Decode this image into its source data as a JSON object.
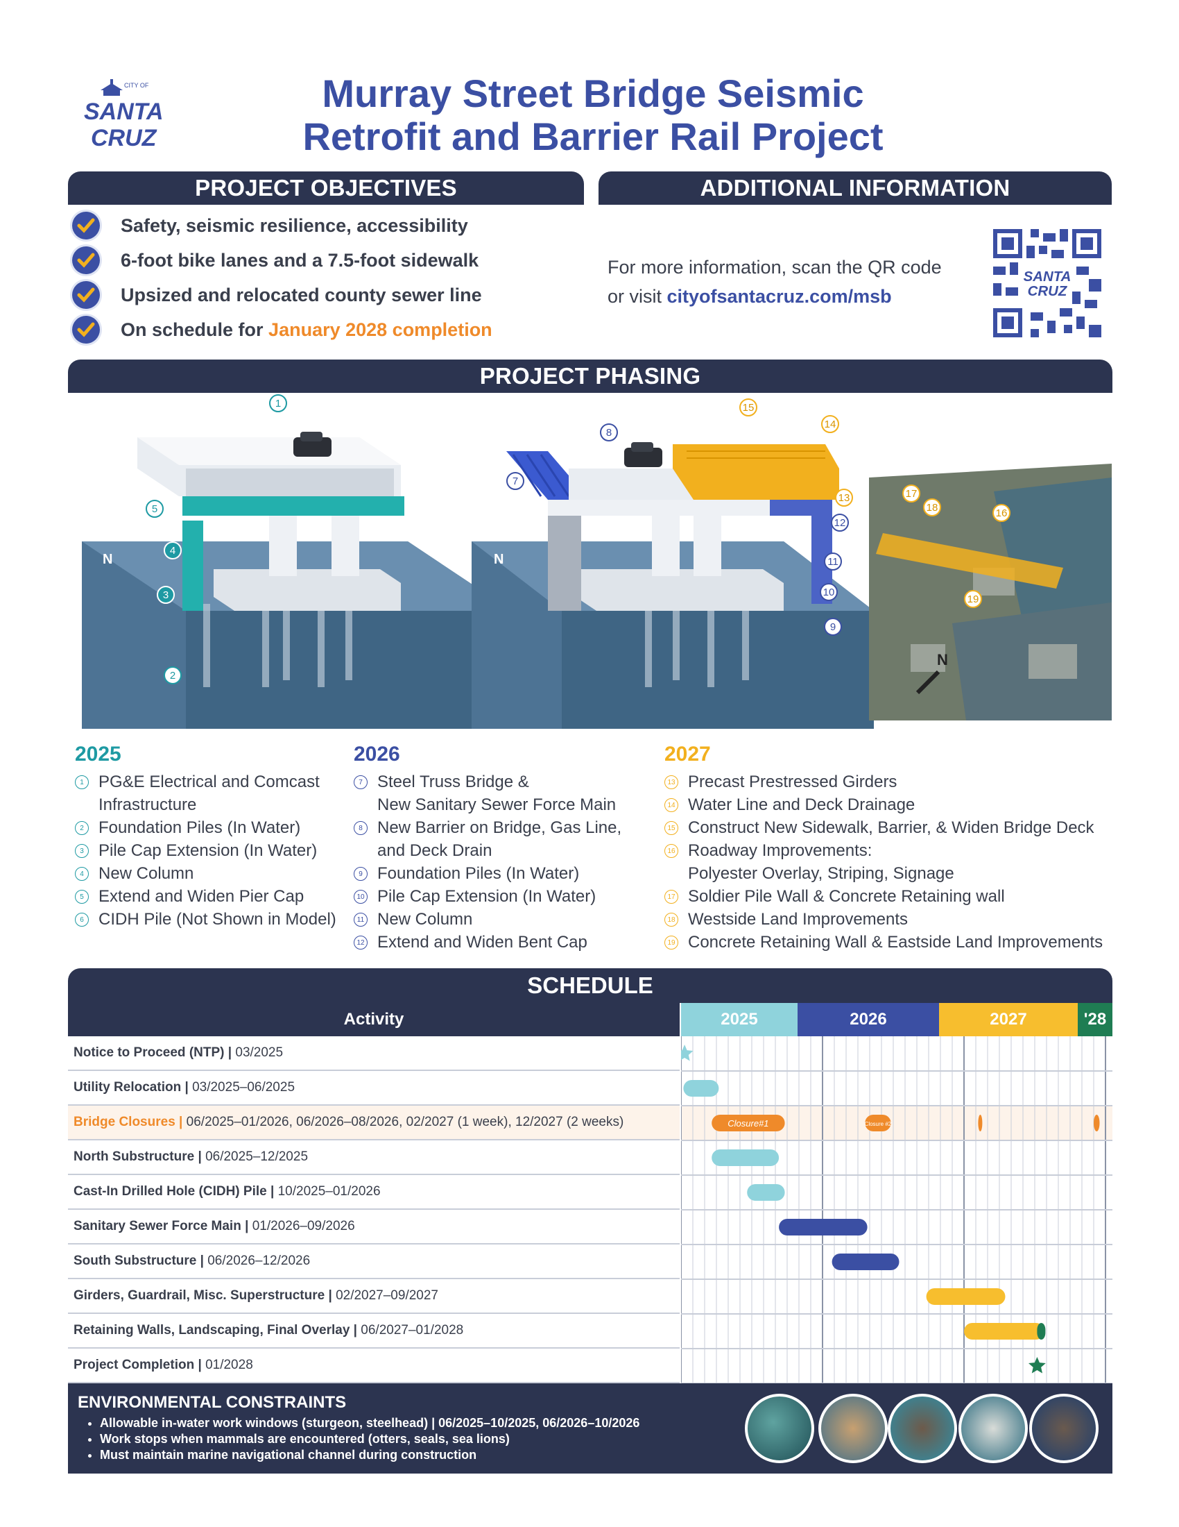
{
  "title": {
    "line1": "Murray Street Bridge Seismic",
    "line2": "Retrofit and Barrier Rail Project"
  },
  "logo": {
    "small": "CITY OF",
    "line1": "SANTA",
    "line2": "CRUZ"
  },
  "objectives": {
    "header": "PROJECT OBJECTIVES",
    "items": [
      "Safety, seismic resilience, accessibility",
      "6-foot bike lanes and a 7.5-foot sidewalk",
      "Upsized and relocated county sewer line"
    ],
    "last_prefix": "On schedule for ",
    "last_highlight": "January 2028 completion"
  },
  "info": {
    "header": "ADDITIONAL INFORMATION",
    "line1": "For more information, scan the QR code",
    "line2_prefix": "or visit ",
    "link": "cityofsantacruz.com/msb"
  },
  "phasing": {
    "header": "PROJECT PHASING",
    "north_label": "N",
    "callouts_2025": [
      "1",
      "2",
      "3",
      "4",
      "5"
    ],
    "callouts_2026": [
      "7",
      "8",
      "9",
      "10",
      "11",
      "12"
    ],
    "callouts_2027": [
      "13",
      "14",
      "15",
      "16",
      "17",
      "18",
      "19"
    ]
  },
  "legend": {
    "y2025": {
      "year": "2025",
      "color": "#1e9aa3",
      "items": [
        {
          "n": "1",
          "text": "PG&E Electrical and Comcast",
          "cont": "Infrastructure"
        },
        {
          "n": "2",
          "text": "Foundation Piles (In Water)"
        },
        {
          "n": "3",
          "text": "Pile Cap Extension (In Water)"
        },
        {
          "n": "4",
          "text": "New Column"
        },
        {
          "n": "5",
          "text": "Extend and Widen Pier Cap"
        },
        {
          "n": "6",
          "text": "CIDH Pile (Not Shown in Model)"
        }
      ]
    },
    "y2026": {
      "year": "2026",
      "color": "#3b4fa3",
      "items": [
        {
          "n": "7",
          "text": "Steel Truss Bridge &",
          "cont": "New Sanitary Sewer Force Main"
        },
        {
          "n": "8",
          "text": "New Barrier on Bridge, Gas Line,",
          "cont": "and Deck Drain"
        },
        {
          "n": "9",
          "text": "Foundation Piles (In Water)"
        },
        {
          "n": "10",
          "text": "Pile Cap Extension (In Water)"
        },
        {
          "n": "11",
          "text": "New Column"
        },
        {
          "n": "12",
          "text": "Extend and Widen Bent Cap"
        }
      ]
    },
    "y2027": {
      "year": "2027",
      "color": "#f2b01e",
      "items": [
        {
          "n": "13",
          "text": "Precast Prestressed Girders"
        },
        {
          "n": "14",
          "text": "Water Line and Deck Drainage"
        },
        {
          "n": "15",
          "text": "Construct New Sidewalk, Barrier, & Widen Bridge Deck"
        },
        {
          "n": "16",
          "text": "Roadway Improvements:",
          "cont": "Polyester Overlay, Striping, Signage"
        },
        {
          "n": "17",
          "text": "Soldier Pile Wall & Concrete Retaining wall"
        },
        {
          "n": "18",
          "text": "Westside Land Improvements"
        },
        {
          "n": "19",
          "text": "Concrete Retaining Wall & Eastside Land Improvements"
        }
      ]
    }
  },
  "schedule": {
    "header": "SCHEDULE",
    "activity_label": "Activity",
    "years": [
      "2025",
      "2026",
      "2027",
      "'28"
    ],
    "rows": [
      {
        "name": "Notice to Proceed (NTP)",
        "dates": "03/2025"
      },
      {
        "name": "Utility Relocation",
        "dates": "03/2025–06/2025"
      },
      {
        "name": "Bridge Closures",
        "dates": "06/2025–01/2026, 06/2026–08/2026, 02/2027 (1 week), 12/2027 (2 weeks)"
      },
      {
        "name": "North Substructure",
        "dates": "06/2025–12/2025"
      },
      {
        "name": "Cast-In Drilled Hole (CIDH) Pile",
        "dates": "10/2025–01/2026"
      },
      {
        "name": "Sanitary Sewer Force Main",
        "dates": "01/2026–09/2026"
      },
      {
        "name": "South Substructure",
        "dates": "06/2026–12/2026"
      },
      {
        "name": "Girders, Guardrail, Misc. Superstructure",
        "dates": "02/2027–09/2027"
      },
      {
        "name": "Retaining Walls, Landscaping, Final Overlay",
        "dates": "06/2027–01/2028"
      },
      {
        "name": "Project Completion",
        "dates": "01/2028"
      }
    ],
    "closure1": "Closure#1",
    "closure2": "Closure #2"
  },
  "environment": {
    "title": "ENVIRONMENTAL CONSTRAINTS",
    "items": [
      "Allowable in-water work windows (sturgeon, steelhead) | 06/2025–10/2025, 06/2026–10/2026",
      "Work stops when mammals are encountered (otters, seals, sea lions)",
      "Must maintain marine navigational channel during construction"
    ]
  }
}
